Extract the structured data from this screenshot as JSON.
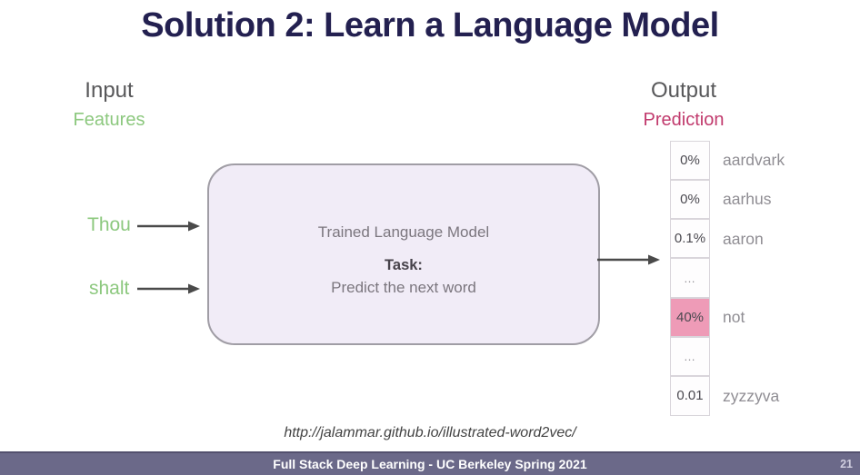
{
  "slide": {
    "title": "Solution 2: Learn a Language Model",
    "input": {
      "heading": "Input",
      "subheading": "Features",
      "words": {
        "0": "Thou",
        "1": "shalt"
      }
    },
    "output": {
      "heading": "Output",
      "subheading": "Prediction"
    },
    "model_box": {
      "line1": "Trained Language Model",
      "task_label": "Task:",
      "task_text": "Predict the next word"
    },
    "predictions": [
      {
        "value": "0%",
        "word": "aardvark",
        "highlight": false
      },
      {
        "value": "0%",
        "word": "aarhus",
        "highlight": false
      },
      {
        "value": "0.1%",
        "word": "aaron",
        "highlight": false
      },
      {
        "value": "…",
        "word": "",
        "highlight": false
      },
      {
        "value": "40%",
        "word": "not",
        "highlight": true
      },
      {
        "value": "…",
        "word": "",
        "highlight": false
      },
      {
        "value": "0.01",
        "word": "zyzzyva",
        "highlight": false
      }
    ],
    "source_url": "http://jalammar.github.io/illustrated-word2vec/",
    "footer": {
      "text": "Full Stack Deep Learning - UC Berkeley Spring 2021",
      "page_number": "21"
    },
    "colors": {
      "title": "#232050",
      "heading_gray": "#58585a",
      "features_green": "#8cc87e",
      "prediction_pink": "#c13a6d",
      "highlight_cell_pink": "#ee9bb7",
      "box_fill": "#f1ecf7",
      "box_border": "#a09da5",
      "footer_bg": "#6b6989",
      "arrow": "#4a4a4a"
    }
  }
}
